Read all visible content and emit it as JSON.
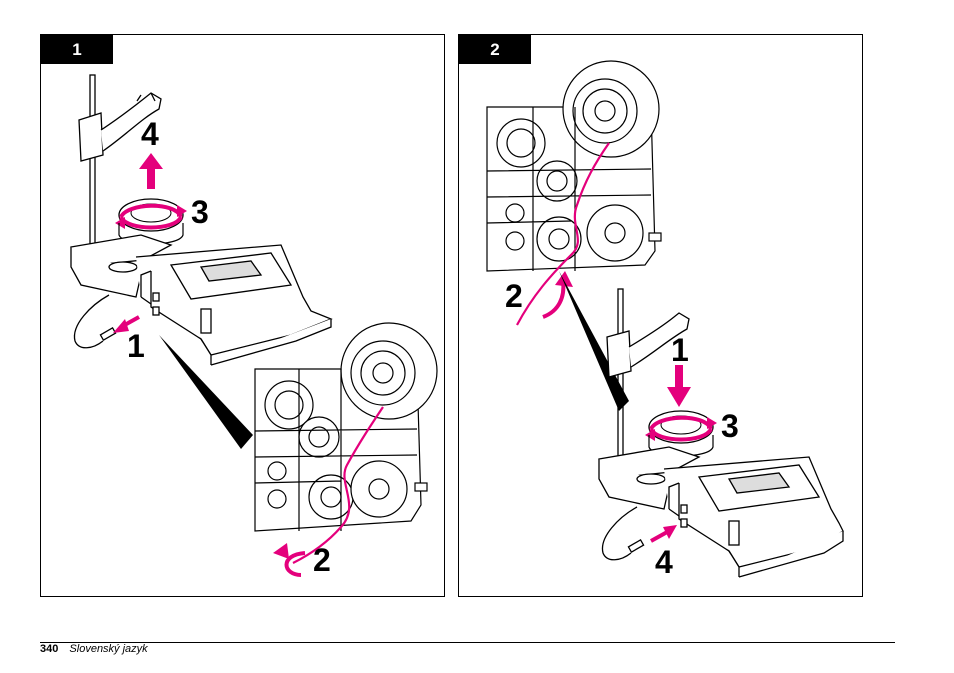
{
  "panels": [
    {
      "label": "1",
      "steps": [
        "1",
        "2",
        "3",
        "4"
      ]
    },
    {
      "label": "2",
      "steps": [
        "1",
        "2",
        "3",
        "4"
      ]
    }
  ],
  "footer": {
    "page_number": "340",
    "language": "Slovenský jazyk"
  },
  "colors": {
    "arrow": "#e4007c",
    "line": "#000000",
    "background": "#ffffff"
  }
}
